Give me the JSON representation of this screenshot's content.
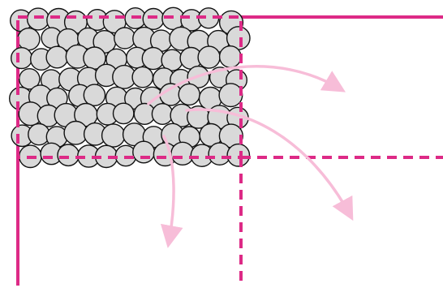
{
  "colors": {
    "boundary": "#dd2a86",
    "arrow": "#f7bdd8",
    "particle_fill": "#d9d9d9",
    "particle_stroke": "#111111",
    "background": "#ffffff"
  },
  "diagram": {
    "description_text": "",
    "particle_cluster": {
      "count": 96
    },
    "arrows": [
      {
        "name": "arrow-right"
      },
      {
        "name": "arrow-lower-right"
      },
      {
        "name": "arrow-down"
      }
    ]
  }
}
